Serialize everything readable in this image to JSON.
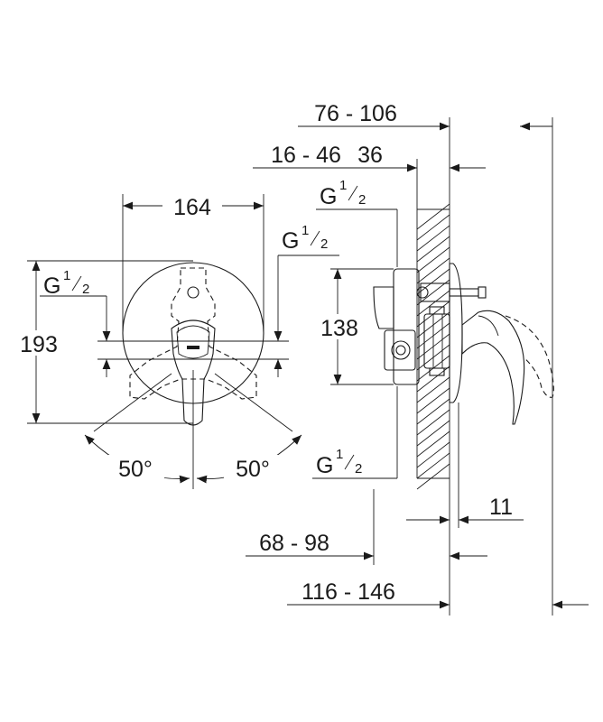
{
  "dimensions": {
    "width_164": "164",
    "height_193": "193",
    "angle_left": "50°",
    "angle_right": "50°",
    "depth_76_106": "76 - 106",
    "depth_16_46": "16 - 46",
    "depth_36": "36",
    "height_138": "138",
    "depth_11": "11",
    "depth_68_98": "68 - 98",
    "depth_116_146": "116 - 146"
  },
  "thread": {
    "letter": "G",
    "num": "1",
    "den": "2"
  },
  "colors": {
    "line": "#1a1a1a",
    "background": "#ffffff"
  }
}
